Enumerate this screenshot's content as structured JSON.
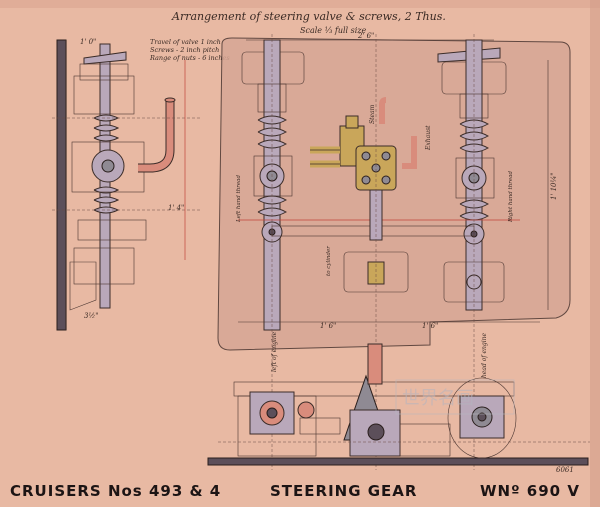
{
  "drawing": {
    "title": "Arrangement of steering valve & screws, 2 Thus.",
    "scale": "Scale ⅓ full size",
    "notes": [
      "Travel of valve 1 inch",
      "Screws - 2 inch pitch",
      "Range of nuts - 6 inches"
    ],
    "labels": {
      "steam_pipe": "Steam",
      "exhaust_pipe": "Exhaust",
      "left_hand_thread": "Left hand thread",
      "right_hand_thread": "Right hand thread",
      "cylinder": "to cylinder",
      "left_of_engine": "left of engine",
      "head_of_engine": "head of engine"
    },
    "dimensions": {
      "top_span": "2' 6\"",
      "bottom_left": "1' 6\"",
      "bottom_right": "1' 6\"",
      "side_height": "1' 10¼\"",
      "mid_height": "1' 4\"",
      "left_gap": "1' 0\"",
      "left_bottom": "3½\""
    },
    "stamp": "世界名画",
    "catalog_no": "6061"
  },
  "footer": {
    "left": "CRUISERS Nos 493 & 4",
    "center": "STEERING GEAR",
    "right": "WNº 690 V"
  },
  "colors": {
    "paper": "#e8b9a3",
    "ink": "#3b2c28",
    "steel_wash": "#b9a8ba",
    "brass_wash": "#c9a65a",
    "copper_wash": "#d98c7c"
  }
}
